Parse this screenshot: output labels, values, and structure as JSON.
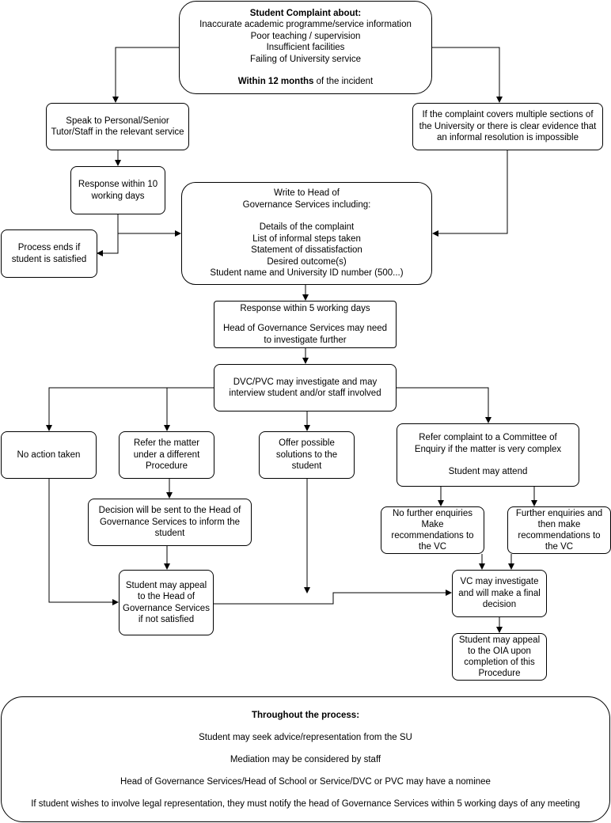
{
  "nodes": {
    "complaint": {
      "title": "Student Complaint about:",
      "lines": [
        "Inaccurate academic programme/service information",
        "Poor teaching / supervision",
        "Insufficient facilities",
        "Failing of University service"
      ],
      "deadline_bold": "Within 12 months",
      "deadline_rest": " of the incident"
    },
    "speak_tutor": {
      "lines": [
        "Speak to Personal/Senior",
        "Tutor/Staff in the relevant service"
      ]
    },
    "multiple_sections": {
      "lines": [
        "If the complaint covers multiple sections of",
        "the University or there is clear evidence that",
        "an informal resolution is impossible"
      ]
    },
    "response_10": {
      "lines": [
        "Response within 10",
        "working days"
      ]
    },
    "process_ends": {
      "lines": [
        "Process ends if",
        "student is satisfied"
      ]
    },
    "write_head": {
      "lines_top": [
        "Write to Head of",
        "Governance Services including:"
      ],
      "lines_bottom": [
        "Details of the complaint",
        "List of informal steps taken",
        "Statement of dissatisfaction",
        "Desired outcome(s)",
        "Student name and University ID number (500...)"
      ]
    },
    "response_5": {
      "lines_top": [
        "Response within 5 working days"
      ],
      "lines_bottom": [
        "Head of Governance Services may need",
        "to investigate further"
      ]
    },
    "dvc_pvc": {
      "lines": [
        "DVC/PVC may investigate and may",
        "interview student and/or staff involved"
      ]
    },
    "no_action": {
      "lines": [
        "No action taken"
      ]
    },
    "refer_procedure": {
      "lines": [
        "Refer the matter",
        "under a different",
        "Procedure"
      ]
    },
    "offer_solutions": {
      "lines": [
        "Offer possible",
        "solutions to the",
        "student"
      ]
    },
    "committee": {
      "lines_top": [
        "Refer complaint to a Committee of",
        "Enquiry if the matter is very complex"
      ],
      "lines_bottom": [
        "Student may attend"
      ]
    },
    "decision_head": {
      "lines": [
        "Decision will be sent to the Head of",
        "Governance Services to inform the",
        "student"
      ]
    },
    "no_further": {
      "lines": [
        "No further enquiries",
        "Make",
        "recommendations to",
        "the VC"
      ]
    },
    "further_enquiries": {
      "lines": [
        "Further enquiries and",
        "then make",
        "recommendations to",
        "the VC"
      ]
    },
    "appeal_head": {
      "lines": [
        "Student may appeal",
        "to the Head of",
        "Governance Services",
        "if not satisfied"
      ]
    },
    "vc_investigate": {
      "lines": [
        "VC may investigate",
        "and will make a final",
        "decision"
      ]
    },
    "appeal_oia": {
      "lines": [
        "Student may appeal",
        "to the OIA upon",
        "completion of this",
        "Procedure"
      ]
    },
    "throughout": {
      "title": "Throughout the process:",
      "items": [
        "Student may seek advice/representation from the SU",
        "Mediation may be considered by staff",
        "Head of Governance Services/Head of School or Service/DVC or PVC may have a nominee",
        "If student wishes to involve legal representation, they must notify the head of Governance Services within 5 working days of any meeting"
      ]
    }
  },
  "style": {
    "stroke": "#000000",
    "fill": "#ffffff"
  }
}
